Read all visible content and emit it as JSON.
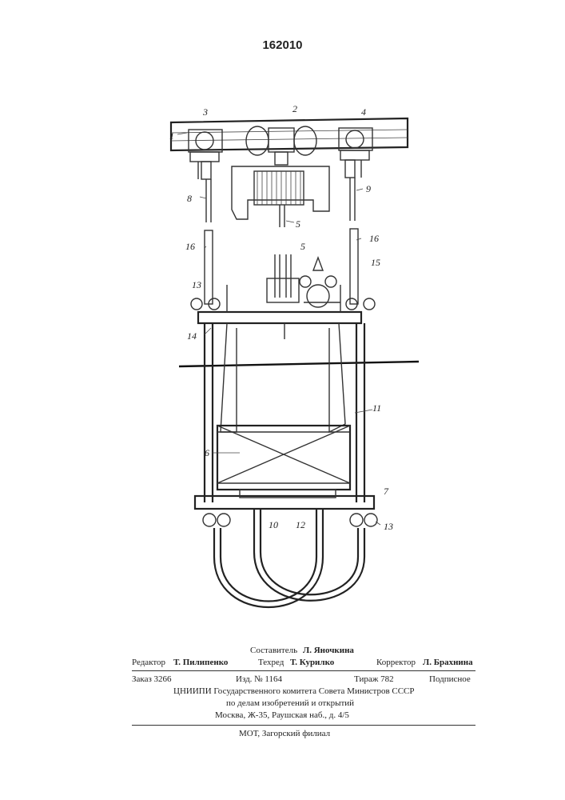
{
  "patent_number": "162010",
  "labels": {
    "n1": "1",
    "n2": "2",
    "n3": "3",
    "n4": "4",
    "n5a": "5",
    "n5b": "5",
    "n6": "6",
    "n7": "7",
    "n8": "8",
    "n9": "9",
    "n10": "10",
    "n11": "11",
    "n12": "12",
    "n13a": "13",
    "n13b": "13",
    "n14": "14",
    "n15": "15",
    "n16a": "16",
    "n16b": "16"
  },
  "imprint": {
    "compiler_label": "Составитель",
    "compiler_name": "Л. Яночкина",
    "editor_label": "Редактор",
    "editor_name": "Т. Пилипенко",
    "techred_label": "Техред",
    "techred_name": "Т. Курилко",
    "corrector_label": "Корректор",
    "corrector_name": "Л. Брахнина",
    "order": "Заказ 3266",
    "edition": "Изд. № 1164",
    "print_run": "Тираж 782",
    "subscription": "Подписное",
    "institute_line1": "ЦНИИПИ Государственного комитета Совета Министров СССР",
    "institute_line2": "по делам изобретений и открытий",
    "institute_line3": "Москва, Ж-35, Раушская наб., д. 4/5",
    "printer": "МОТ, Загорский филиал"
  }
}
